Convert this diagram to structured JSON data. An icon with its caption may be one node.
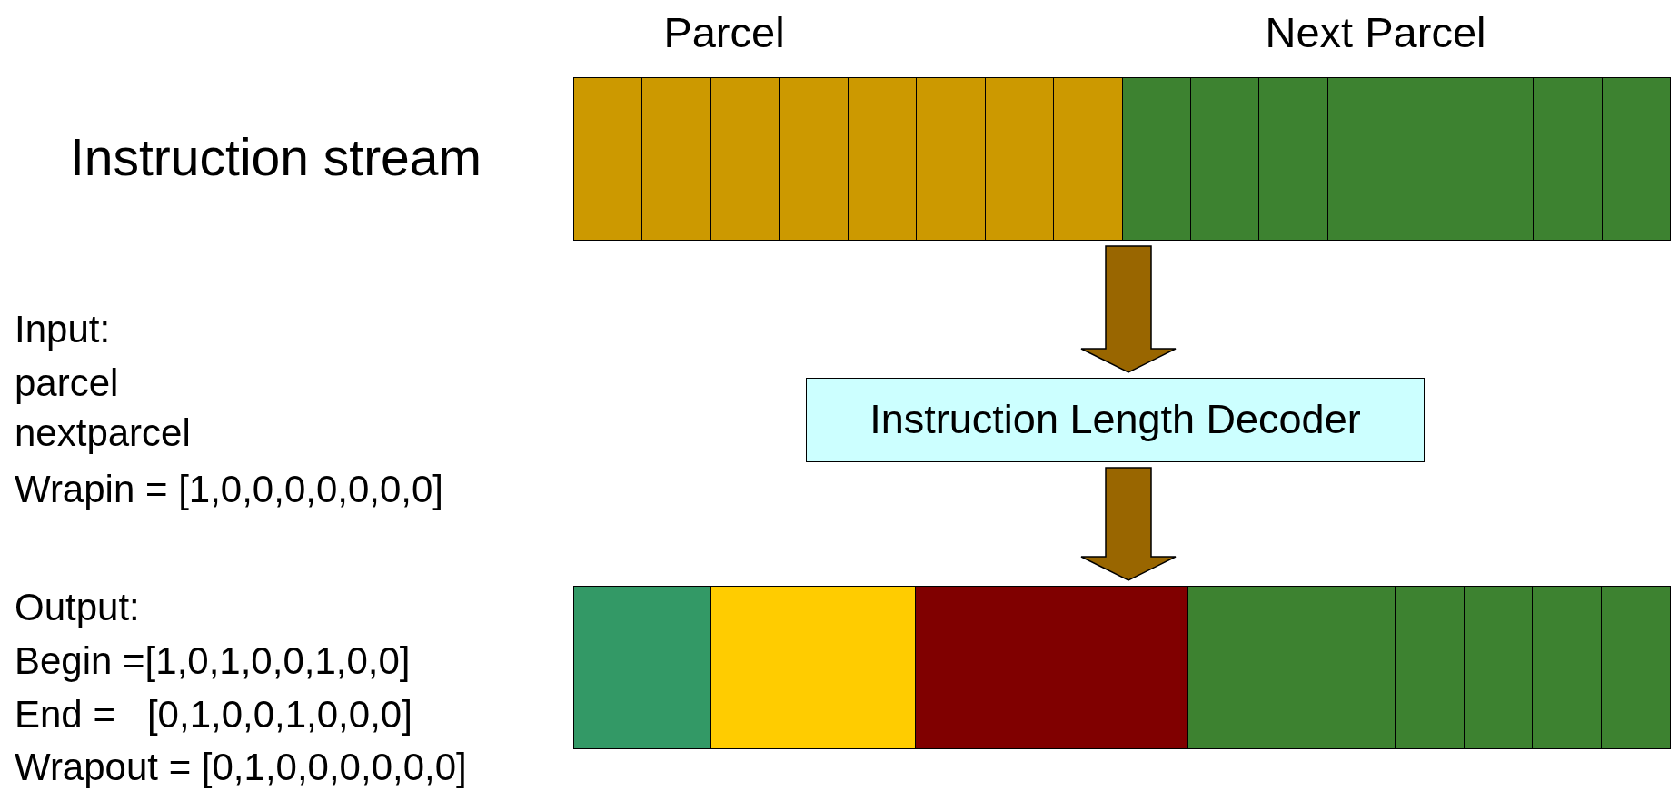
{
  "diagram": {
    "nodes": [
      {
        "text": [],
        "shape": "bar",
        "beside": [
          "Instruction stream"
        ]
      },
      {
        "text": [
          "Instruction Length Decoder"
        ]
      },
      {
        "text": [],
        "shape": "bar"
      }
    ],
    "edges": [
      {
        "from": 0,
        "to": 1,
        "arrow": "to"
      },
      {
        "from": 1,
        "to": 2,
        "arrow": "to"
      }
    ],
    "labels": [
      "Parcel",
      "Next Parcel",
      "Input:",
      "parcel",
      "nextparcel",
      "Wrapin = [1,0,0,0,0,0,0,0]",
      "Output:",
      "Begin =[1,0,1,0,0,1,0,0]",
      "End =   [0,1,0,0,1,0,0,0]",
      "Wrapout = [0,1,0,0,0,0,0,0]"
    ]
  }
}
